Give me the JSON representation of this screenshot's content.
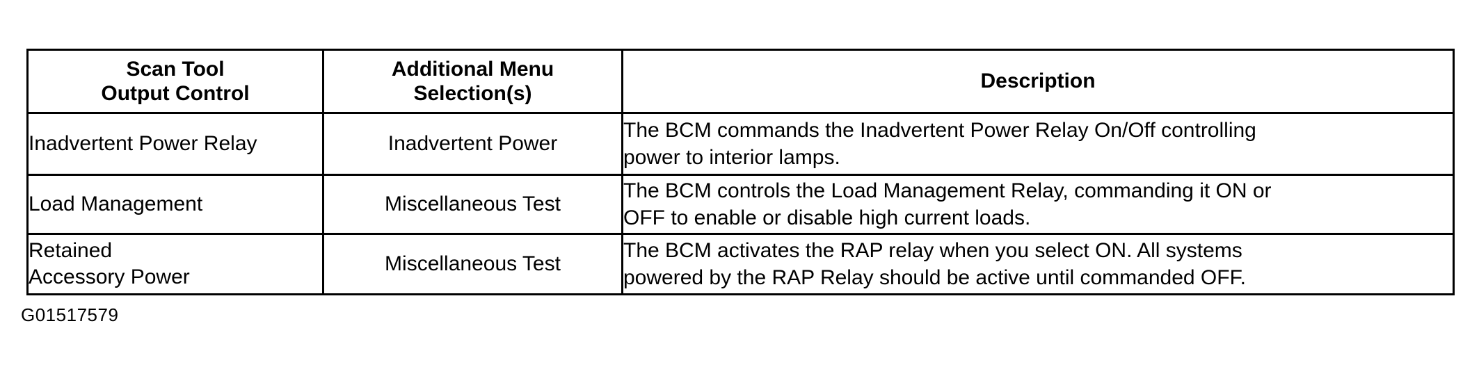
{
  "document": {
    "figure_id": "G01517579"
  },
  "table": {
    "headers": [
      {
        "lines": [
          "Scan Tool",
          "Output Control"
        ]
      },
      {
        "lines": [
          "Additional Menu",
          "Selection(s)"
        ]
      },
      {
        "lines": [
          "Description"
        ]
      }
    ],
    "rows": [
      {
        "scan_tool_output_control": {
          "lines": [
            "Inadvertent Power Relay"
          ]
        },
        "additional_menu_selection": "Inadvertent Power",
        "description": {
          "lines": [
            "The BCM commands the Inadvertent Power Relay On/Off controlling",
            "power to interior lamps."
          ]
        }
      },
      {
        "scan_tool_output_control": {
          "lines": [
            "Load Management"
          ]
        },
        "additional_menu_selection": "Miscellaneous Test",
        "description": {
          "lines": [
            "The BCM controls the Load Management Relay, commanding it ON or",
            "OFF to enable or disable high current loads."
          ]
        }
      },
      {
        "scan_tool_output_control": {
          "lines": [
            "Retained",
            "Accessory Power"
          ]
        },
        "additional_menu_selection": "Miscellaneous Test",
        "description": {
          "lines": [
            "The BCM activates the RAP relay when you select ON. All systems",
            "powered by the RAP Relay should be active until commanded OFF."
          ]
        }
      }
    ]
  },
  "colors": {
    "page_background": "#ffffff",
    "text": "#000000",
    "table_border": "#000000"
  }
}
